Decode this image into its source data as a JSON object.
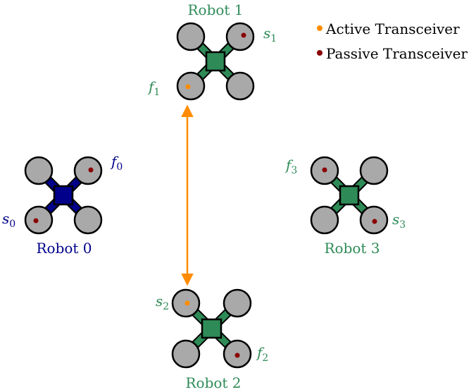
{
  "colors": {
    "robot_green": "#2e8b57",
    "robot_blue": "#00008b",
    "rotor_fill": "#a9a9a9",
    "active": "#ff8c00",
    "passive": "#8b0000",
    "link": "#ff8c00"
  },
  "legend": {
    "active": "Active Transceiver",
    "passive": "Passive Transceiver"
  },
  "robots": [
    {
      "name": "Robot 0",
      "color": "blue",
      "labels": [
        {
          "base": "f",
          "sub": "0"
        },
        {
          "base": "s",
          "sub": "0"
        }
      ]
    },
    {
      "name": "Robot 1",
      "color": "green",
      "labels": [
        {
          "base": "s",
          "sub": "1"
        },
        {
          "base": "f",
          "sub": "1"
        }
      ]
    },
    {
      "name": "Robot 2",
      "color": "green",
      "labels": [
        {
          "base": "s",
          "sub": "2"
        },
        {
          "base": "f",
          "sub": "2"
        }
      ]
    },
    {
      "name": "Robot 3",
      "color": "green",
      "labels": [
        {
          "base": "f",
          "sub": "3"
        },
        {
          "base": "s",
          "sub": "3"
        }
      ]
    }
  ]
}
